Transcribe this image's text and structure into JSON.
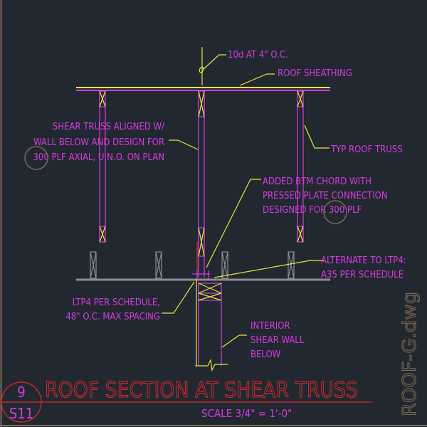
{
  "drawing": {
    "title": "ROOF SECTION AT SHEAR TRUSS",
    "scale": "SCALE  3/4\" = 1'-0\"",
    "detail_number": "9",
    "sheet_number": "S11",
    "file_name": "ROOF-G.dwg"
  },
  "notes": {
    "nailing": "10d AT 4\" O.C.",
    "roof_sheathing": "ROOF SHEATHING",
    "shear_truss": [
      "SHEAR TRUSS ALIGNED W/",
      "WALL BELOW AND DESIGN FOR",
      "300 PLF AXIAL, U.N.O. ON PLAN"
    ],
    "typ_truss": "TYP ROOF TRUSS",
    "btm_chord": [
      "ADDED BTM CHORD WITH",
      "PRESSED PLATE CONNECTION",
      "DESIGNED FOR 300 PLF"
    ],
    "alternate": [
      "ALTERNATE TO LTP4:",
      "A35 PER SCHEDULE"
    ],
    "ltp4": [
      "LTP4 PER SCHEDULE,",
      "48\" O.C. MAX SPACING"
    ],
    "shear_wall": [
      "INTERIOR",
      "SHEAR WALL",
      "BELOW"
    ]
  },
  "colors": {
    "background": "#212830",
    "magenta": "#d63be0",
    "yellow": "#e4e83a",
    "red": "#e0282c",
    "gray": "#8a8e92",
    "markup": "#7d6a52"
  }
}
